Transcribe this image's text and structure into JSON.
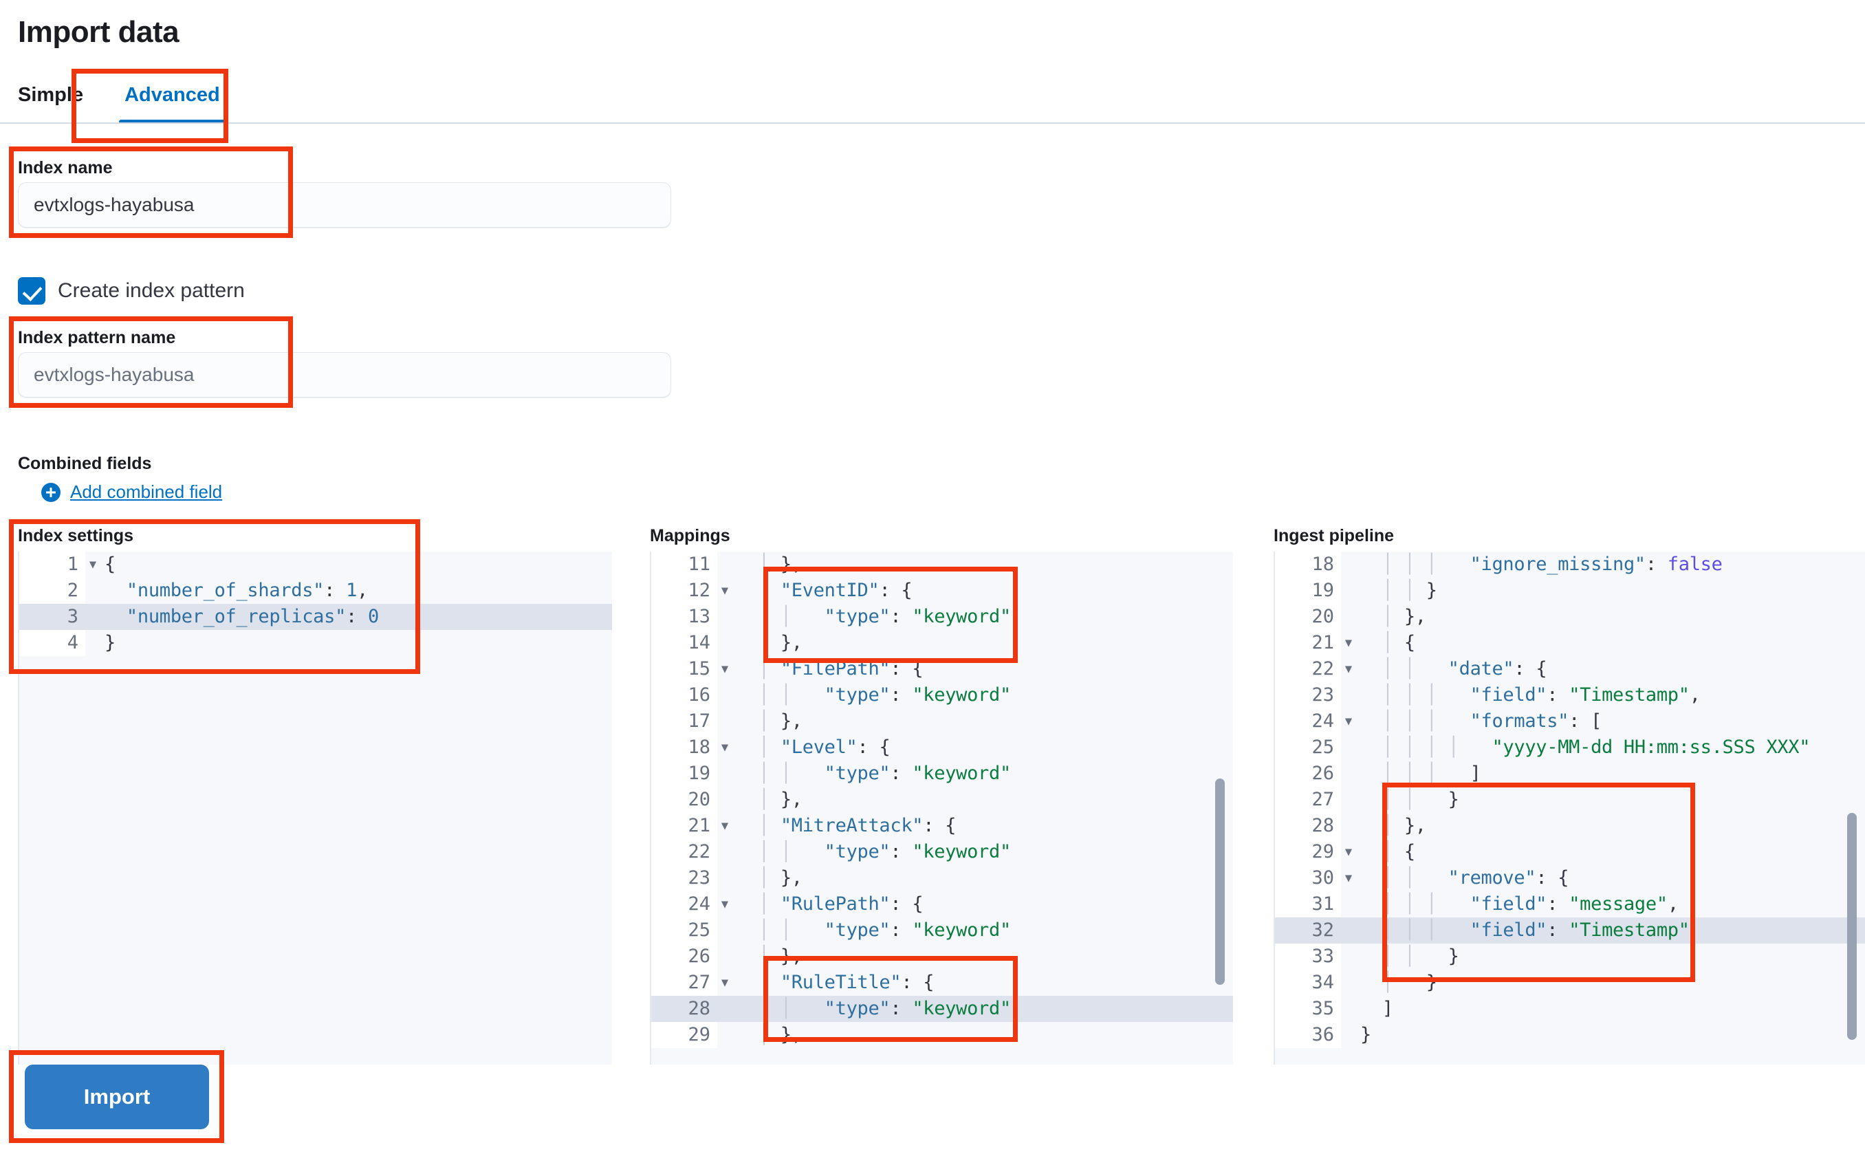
{
  "page": {
    "title": "Import data"
  },
  "tabs": [
    {
      "label": "Simple",
      "selected": false
    },
    {
      "label": "Advanced",
      "selected": true
    }
  ],
  "form": {
    "index_name_label": "Index name",
    "index_name_value": "evtxlogs-hayabusa",
    "create_index_pattern_label": "Create index pattern",
    "create_index_pattern_checked": true,
    "index_pattern_label": "Index pattern name",
    "index_pattern_placeholder": "evtxlogs-hayabusa",
    "combined_fields_label": "Combined fields",
    "add_combined_field_label": "Add combined field"
  },
  "editors": {
    "index_settings": {
      "title": "Index settings",
      "active_line": 3,
      "lines": [
        {
          "num": 1,
          "fold": true,
          "text": "{"
        },
        {
          "num": 2,
          "fold": false,
          "text": "  \"number_of_shards\": 1,"
        },
        {
          "num": 3,
          "fold": false,
          "text": "  \"number_of_replicas\": 0"
        },
        {
          "num": 4,
          "fold": false,
          "text": "}"
        }
      ]
    },
    "mappings": {
      "title": "Mappings",
      "active_line": 28,
      "lines": [
        {
          "num": 11,
          "fold": false,
          "text": "  | },"
        },
        {
          "num": 12,
          "fold": true,
          "text": "  | \"EventID\": {"
        },
        {
          "num": 13,
          "fold": false,
          "text": "  | |   \"type\": \"keyword\""
        },
        {
          "num": 14,
          "fold": false,
          "text": "  | },"
        },
        {
          "num": 15,
          "fold": true,
          "text": "  | \"FilePath\": {"
        },
        {
          "num": 16,
          "fold": false,
          "text": "  | |   \"type\": \"keyword\""
        },
        {
          "num": 17,
          "fold": false,
          "text": "  | },"
        },
        {
          "num": 18,
          "fold": true,
          "text": "  | \"Level\": {"
        },
        {
          "num": 19,
          "fold": false,
          "text": "  | |   \"type\": \"keyword\""
        },
        {
          "num": 20,
          "fold": false,
          "text": "  | },"
        },
        {
          "num": 21,
          "fold": true,
          "text": "  | \"MitreAttack\": {"
        },
        {
          "num": 22,
          "fold": false,
          "text": "  | |   \"type\": \"keyword\""
        },
        {
          "num": 23,
          "fold": false,
          "text": "  | },"
        },
        {
          "num": 24,
          "fold": true,
          "text": "  | \"RulePath\": {"
        },
        {
          "num": 25,
          "fold": false,
          "text": "  | |   \"type\": \"keyword\""
        },
        {
          "num": 26,
          "fold": false,
          "text": "  | },"
        },
        {
          "num": 27,
          "fold": true,
          "text": "  | \"RuleTitle\": {"
        },
        {
          "num": 28,
          "fold": false,
          "text": "  | |   \"type\": \"keyword\""
        },
        {
          "num": 29,
          "fold": false,
          "text": "  | },"
        }
      ]
    },
    "ingest_pipeline": {
      "title": "Ingest pipeline",
      "active_line": 32,
      "lines": [
        {
          "num": 18,
          "fold": false,
          "text": "  | | |   \"ignore_missing\": false"
        },
        {
          "num": 19,
          "fold": false,
          "text": "  | | }"
        },
        {
          "num": 20,
          "fold": false,
          "text": "  | },"
        },
        {
          "num": 21,
          "fold": true,
          "text": "  | {"
        },
        {
          "num": 22,
          "fold": true,
          "text": "  | |   \"date\": {"
        },
        {
          "num": 23,
          "fold": false,
          "text": "  | | |   \"field\": \"Timestamp\","
        },
        {
          "num": 24,
          "fold": true,
          "text": "  | | |   \"formats\": ["
        },
        {
          "num": 25,
          "fold": false,
          "text": "  | | | |   \"yyyy-MM-dd HH:mm:ss.SSS XXX\""
        },
        {
          "num": 26,
          "fold": false,
          "text": "  | | |   ]"
        },
        {
          "num": 27,
          "fold": false,
          "text": "  | |   }"
        },
        {
          "num": 28,
          "fold": false,
          "text": "  | },"
        },
        {
          "num": 29,
          "fold": true,
          "text": "  | {"
        },
        {
          "num": 30,
          "fold": true,
          "text": "  | |   \"remove\": {"
        },
        {
          "num": 31,
          "fold": false,
          "text": "  | | |   \"field\": \"message\","
        },
        {
          "num": 32,
          "fold": false,
          "text": "  | | |   \"field\": \"Timestamp\""
        },
        {
          "num": 33,
          "fold": false,
          "text": "  | |   }"
        },
        {
          "num": 34,
          "fold": false,
          "text": "  |   }"
        },
        {
          "num": 35,
          "fold": false,
          "text": "  ]"
        },
        {
          "num": 36,
          "fold": false,
          "text": "}"
        }
      ]
    }
  },
  "actions": {
    "import_label": "Import"
  },
  "colors": {
    "accent": "#0071c2",
    "annotation": "#f0360f",
    "button": "#2f7cc5",
    "code_key": "#2f6f9f",
    "code_string": "#0a7c3e",
    "code_boolean": "#5c4ee5"
  }
}
